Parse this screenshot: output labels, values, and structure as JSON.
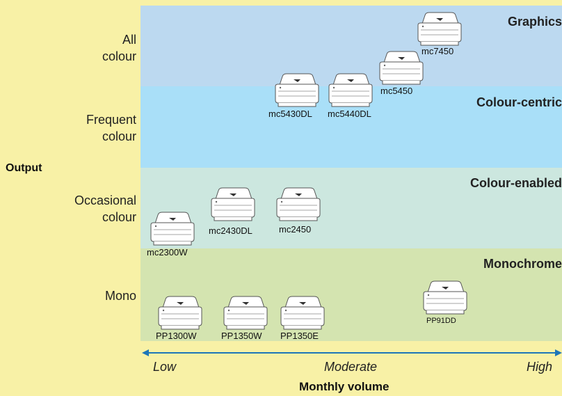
{
  "y_axis": {
    "title": "Output",
    "levels": [
      {
        "lines": [
          "All",
          "colour"
        ]
      },
      {
        "lines": [
          "Frequent",
          "colour"
        ]
      },
      {
        "lines": [
          "Occasional",
          "colour"
        ]
      },
      {
        "lines": [
          "Mono"
        ]
      }
    ]
  },
  "bands": [
    {
      "label": "Graphics",
      "color": "#bcd9f0"
    },
    {
      "label": "Colour-centric",
      "color": "#a9dff8"
    },
    {
      "label": "Colour-enabled",
      "color": "#cce7df"
    },
    {
      "label": "Monochrome",
      "color": "#d4e4b0"
    }
  ],
  "printers": [
    "mc7450",
    "mc5450",
    "mc5430DL",
    "mc5440DL",
    "mc2430DL",
    "mc2450",
    "mc2300W",
    "PP91DD",
    "PP1300W",
    "PP1350W",
    "PP1350E"
  ],
  "x_axis": {
    "title": "Monthly volume",
    "ticks": [
      "Low",
      "Moderate",
      "High"
    ],
    "arrow_color": "#1d76b8"
  }
}
